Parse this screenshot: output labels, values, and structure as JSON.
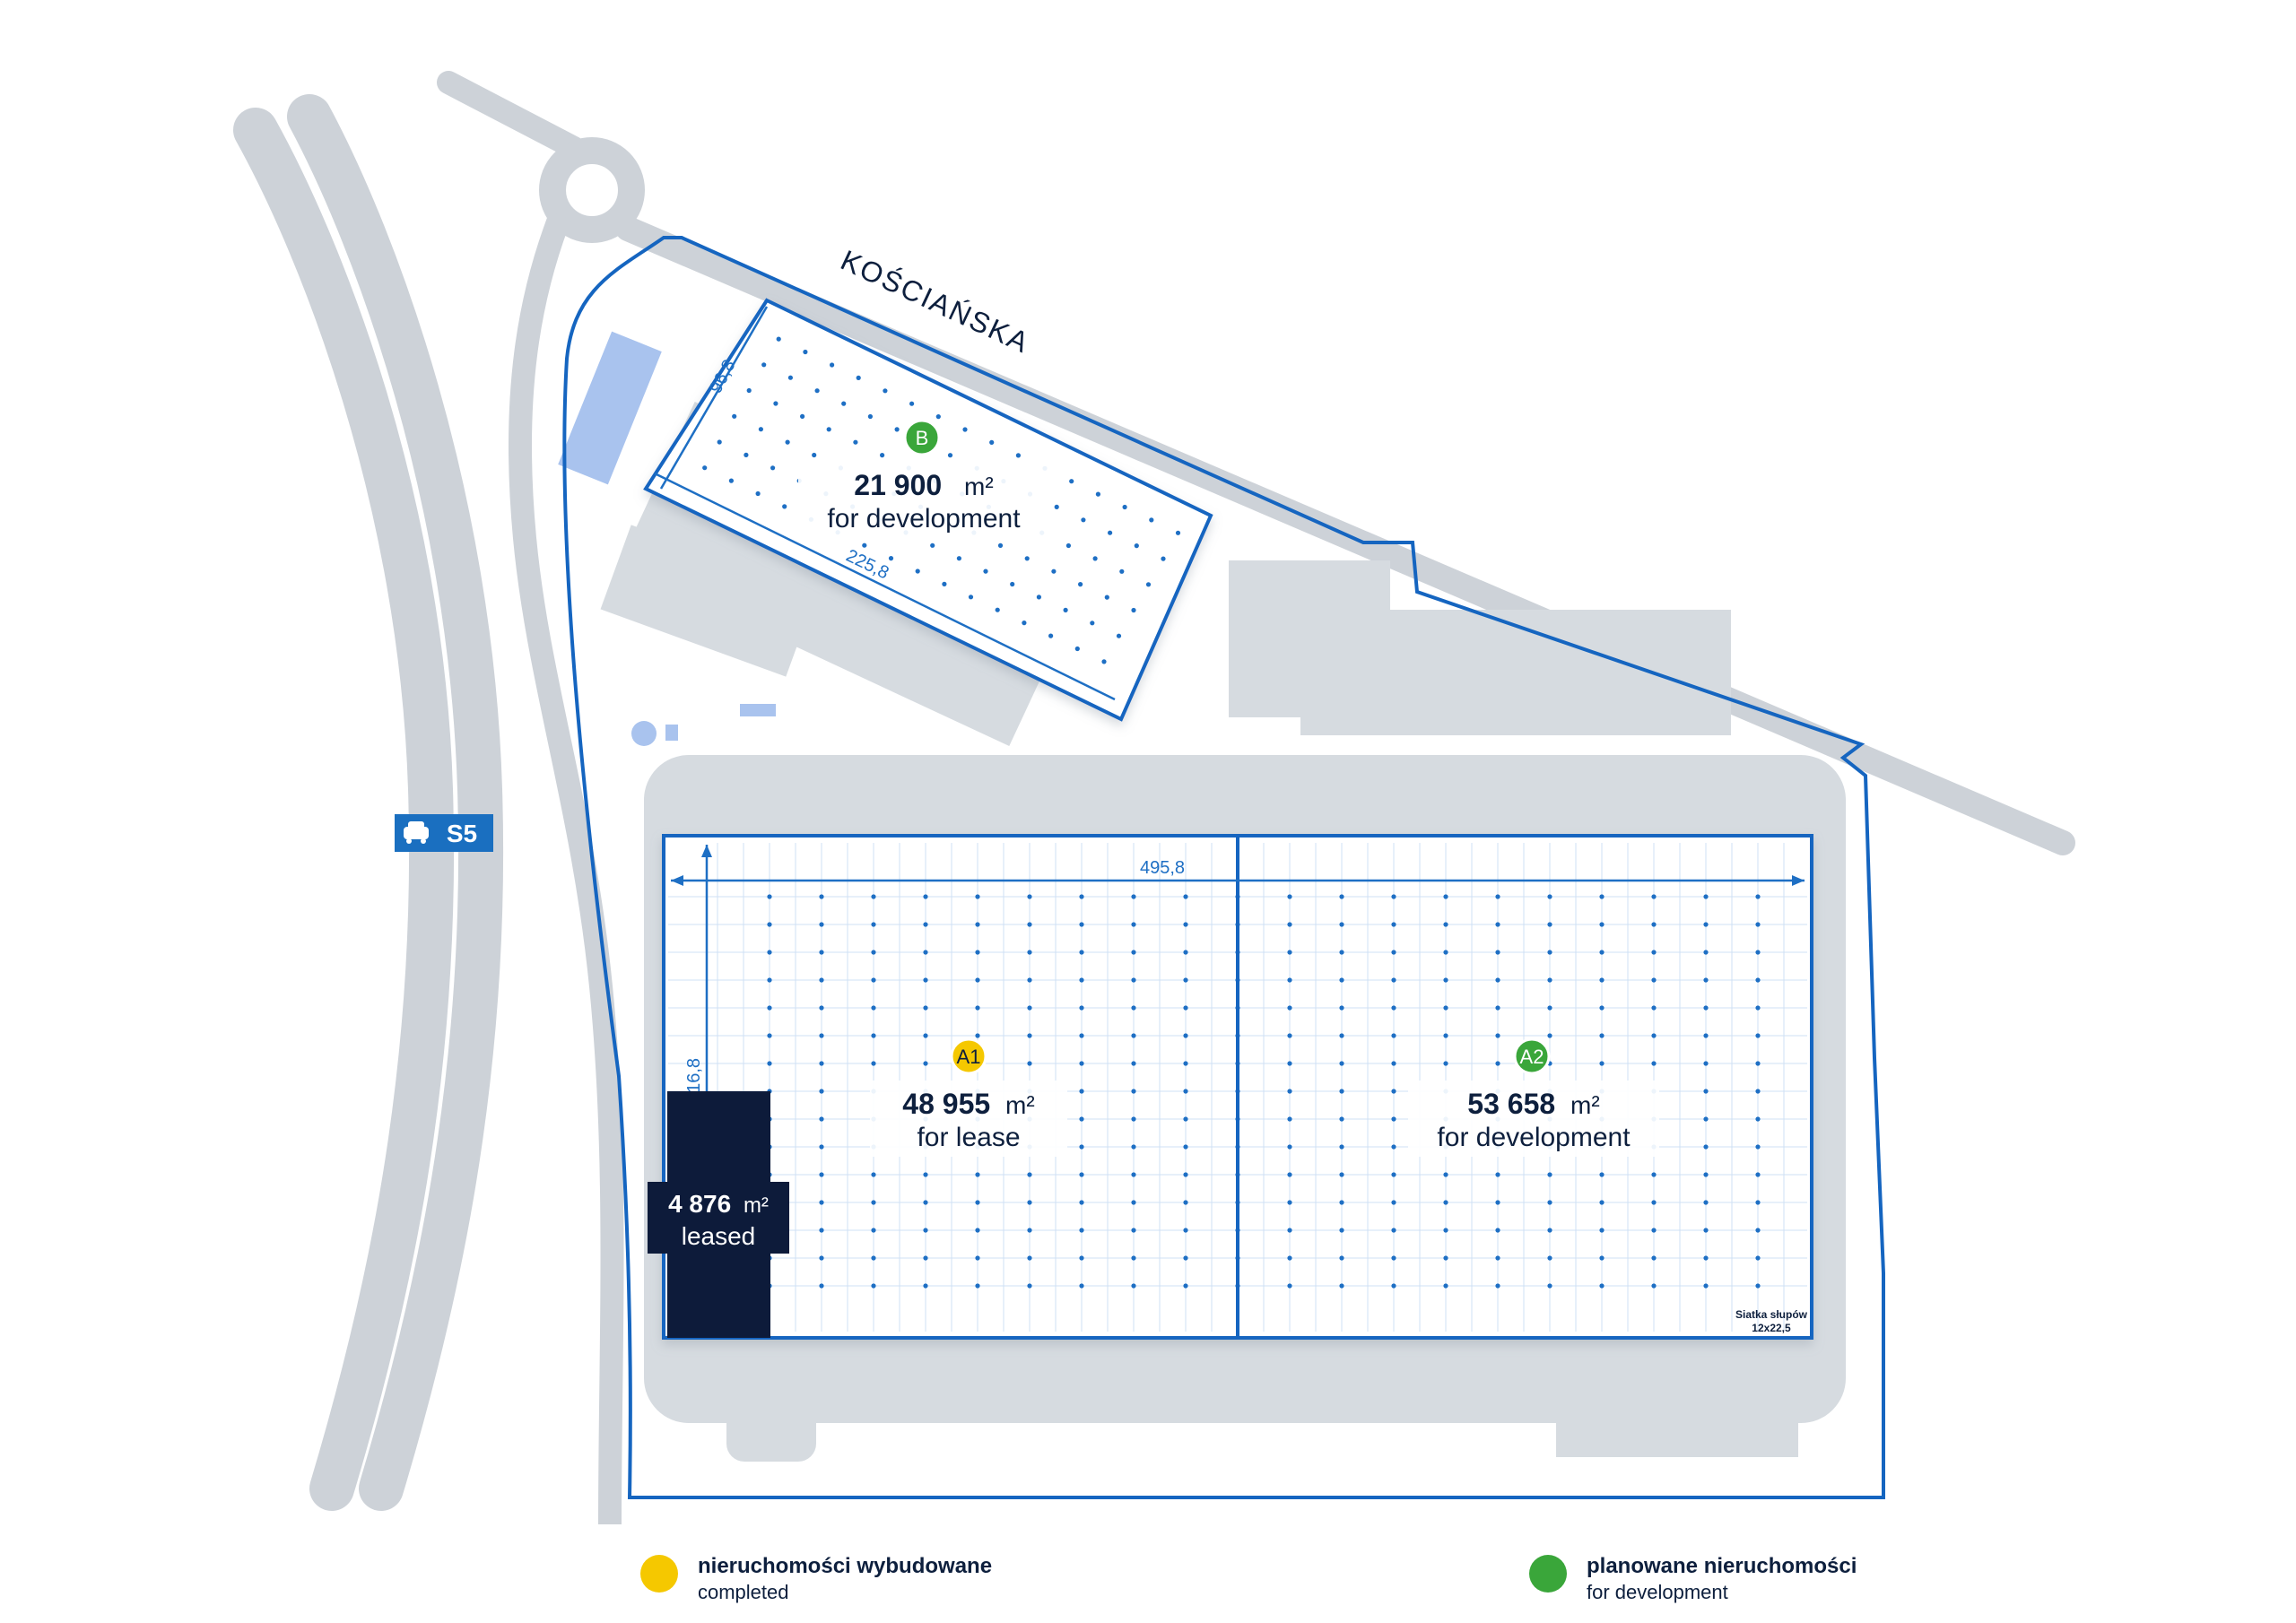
{
  "map": {
    "street_label": "KOŚCIAŃSKA",
    "highway": {
      "label": "S5",
      "icon": "car-icon"
    },
    "colors": {
      "road": "#cdd2d8",
      "plot_outline": "#1565c0",
      "grid": "#1e6fc4",
      "leased": "#0d1b3a",
      "completed": "#f5c800",
      "planned": "#3aa63a"
    }
  },
  "buildings": {
    "b": {
      "badge": "B",
      "area": "21 900",
      "unit": "m²",
      "status": "for development",
      "dim_width": "96,8",
      "dim_length": "225,8"
    },
    "a": {
      "dim_length": "495,8",
      "dim_width": "216,8",
      "grid_note_1": "Siatka słupów",
      "grid_note_2": "12x22,5"
    },
    "a1": {
      "badge": "A1",
      "area": "48 955",
      "unit": "m²",
      "status": "for lease"
    },
    "a2": {
      "badge": "A2",
      "area": "53 658",
      "unit": "m²",
      "status": "for development"
    },
    "leased": {
      "area": "4 876",
      "unit": "m²",
      "status": "leased"
    }
  },
  "legend": [
    {
      "title": "nieruchomości wybudowane",
      "subtitle": "completed",
      "color": "#f5c800"
    },
    {
      "title": "planowane nieruchomości",
      "subtitle": "for development",
      "color": "#3aa63a"
    }
  ]
}
